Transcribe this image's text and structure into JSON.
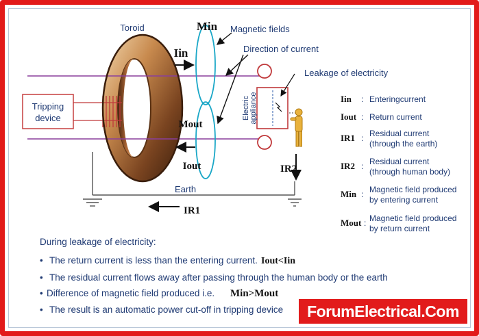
{
  "diagram": {
    "toroid": "Toroid",
    "min": "Min",
    "magnetic_fields": "Magnetic fields",
    "direction_of_current": "Direction of current",
    "iin": "Iin",
    "leakage": "Leakage of electricity",
    "tripping_device": [
      "Tripping",
      "device"
    ],
    "electric_appliance": [
      "Electric",
      "appliance"
    ],
    "mout": "Mout",
    "iout": "Iout",
    "ir2": "IR2",
    "earth": "Earth",
    "ir1": "IR1"
  },
  "legend": [
    {
      "sym": "Iin",
      "desc": [
        "Enteringcurrent"
      ]
    },
    {
      "sym": "Iout",
      "desc": [
        "Return current"
      ]
    },
    {
      "sym": "IR1",
      "desc": [
        "Residual current",
        "(through the earth)"
      ]
    },
    {
      "sym": "IR2",
      "desc": [
        "Residual current",
        "(through human body)"
      ]
    },
    {
      "sym": "Min",
      "desc": [
        "Magnetic field produced",
        "by entering current"
      ]
    },
    {
      "sym": "Mout",
      "desc": [
        "Magnetic field produced",
        "by return current"
      ]
    }
  ],
  "notes": {
    "heading": "During leakage of electricity:",
    "b1": "The return current is less than the entering current.",
    "b1_formula": "Iout<Iin",
    "b2": "The residual current flows away after passing through the human body or the earth",
    "b3": "Difference of magnetic field produced i.e.",
    "b3_formula": "Min>Mout",
    "b4": "The result is an automatic power cut-off in tripping device"
  },
  "brand": "ForumElectrical.Com"
}
